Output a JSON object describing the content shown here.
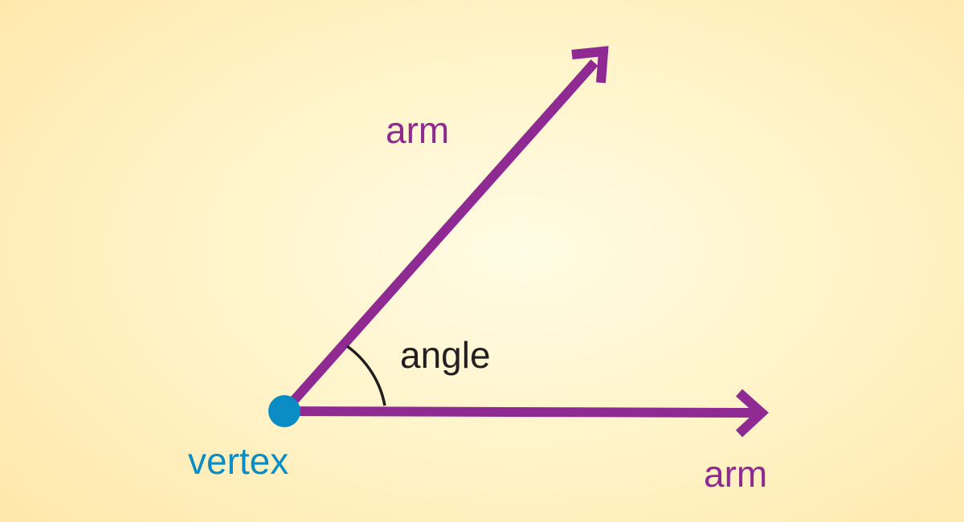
{
  "labels": {
    "upper_arm": "arm",
    "lower_arm": "arm",
    "angle": "angle",
    "vertex": "vertex"
  },
  "colors": {
    "arm": "#8e2a91",
    "vertex": "#0a8cc4",
    "angle_arc": "#1f1f1f",
    "angle_text": "#231f20"
  }
}
